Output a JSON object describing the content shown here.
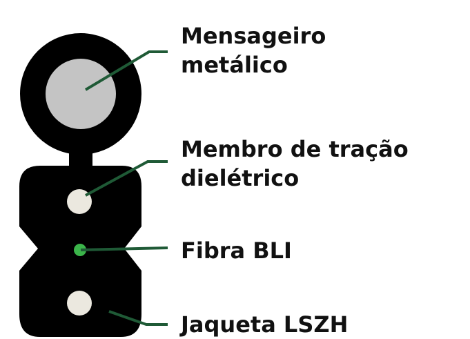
{
  "colors": {
    "jacket": "#000000",
    "messenger_core": "#c4c4c4",
    "strength_member": "#ebe8df",
    "fiber": "#3bb44a",
    "leader_line": "#1f5a36",
    "text": "#111111",
    "background": "#ffffff"
  },
  "labels": {
    "messenger": {
      "line1": "Mensageiro",
      "line2": "metálico"
    },
    "strength_member": {
      "line1": "Membro de tração",
      "line2": "dielétrico"
    },
    "fiber": {
      "line1": "Fibra BLI"
    },
    "jacket": {
      "line1": "Jaqueta LSZH"
    }
  }
}
